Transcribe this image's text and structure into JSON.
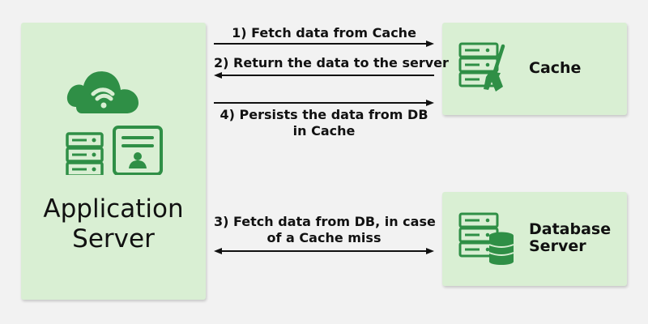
{
  "nodes": {
    "app_server": {
      "title_line1": "Application",
      "title_line2": "Server"
    },
    "cache": {
      "title": "Cache"
    },
    "database": {
      "title_line1": "Database",
      "title_line2": "Server"
    }
  },
  "edges": {
    "step1": {
      "label": "1) Fetch data from Cache",
      "direction": "to-cache"
    },
    "step2": {
      "label": "2) Return the data to the server",
      "direction": "to-app-server"
    },
    "step4": {
      "label_line1": "4) Persists the data from DB",
      "label_line2": "in Cache",
      "direction": "to-cache"
    },
    "step3": {
      "label_line1": "3) Fetch data from DB, in case",
      "label_line2": "of a Cache miss",
      "direction": "bidirectional"
    }
  },
  "colors": {
    "page_background": "#f2f2f2",
    "box_fill": "#d9efd3",
    "icon_green": "#2f8f46",
    "text": "#111111"
  }
}
